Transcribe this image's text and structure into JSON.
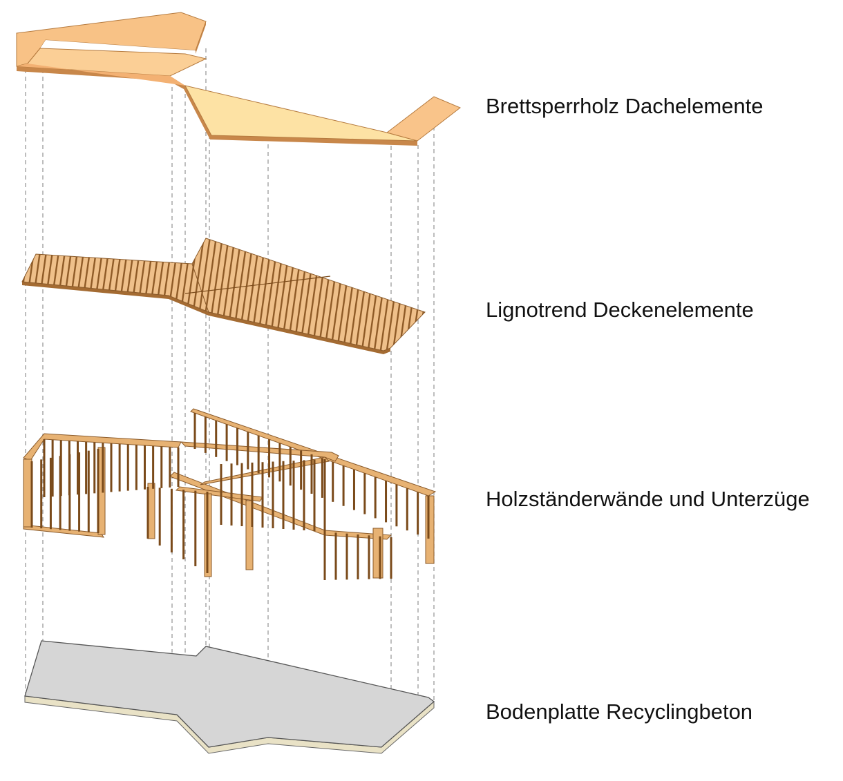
{
  "layers": [
    {
      "id": "roof",
      "label": "Brettsperrholz Dachelemente"
    },
    {
      "id": "ceiling",
      "label": "Lignotrend Deckenelemente"
    },
    {
      "id": "walls",
      "label": "Holzständerwände und Unterzüge"
    },
    {
      "id": "floor",
      "label": "Bodenplatte Recyclingbeton"
    }
  ],
  "colors": {
    "roof_light": "#fde0a0",
    "roof_orange": "#f6b577",
    "roof_edge": "#a06a32",
    "timber": "#d59a5a",
    "timber_dark": "#8a5a2a",
    "concrete": "#d6d6d6",
    "concrete_edge": "#e9e2c6",
    "guide_lines": "#9a9a9a"
  }
}
